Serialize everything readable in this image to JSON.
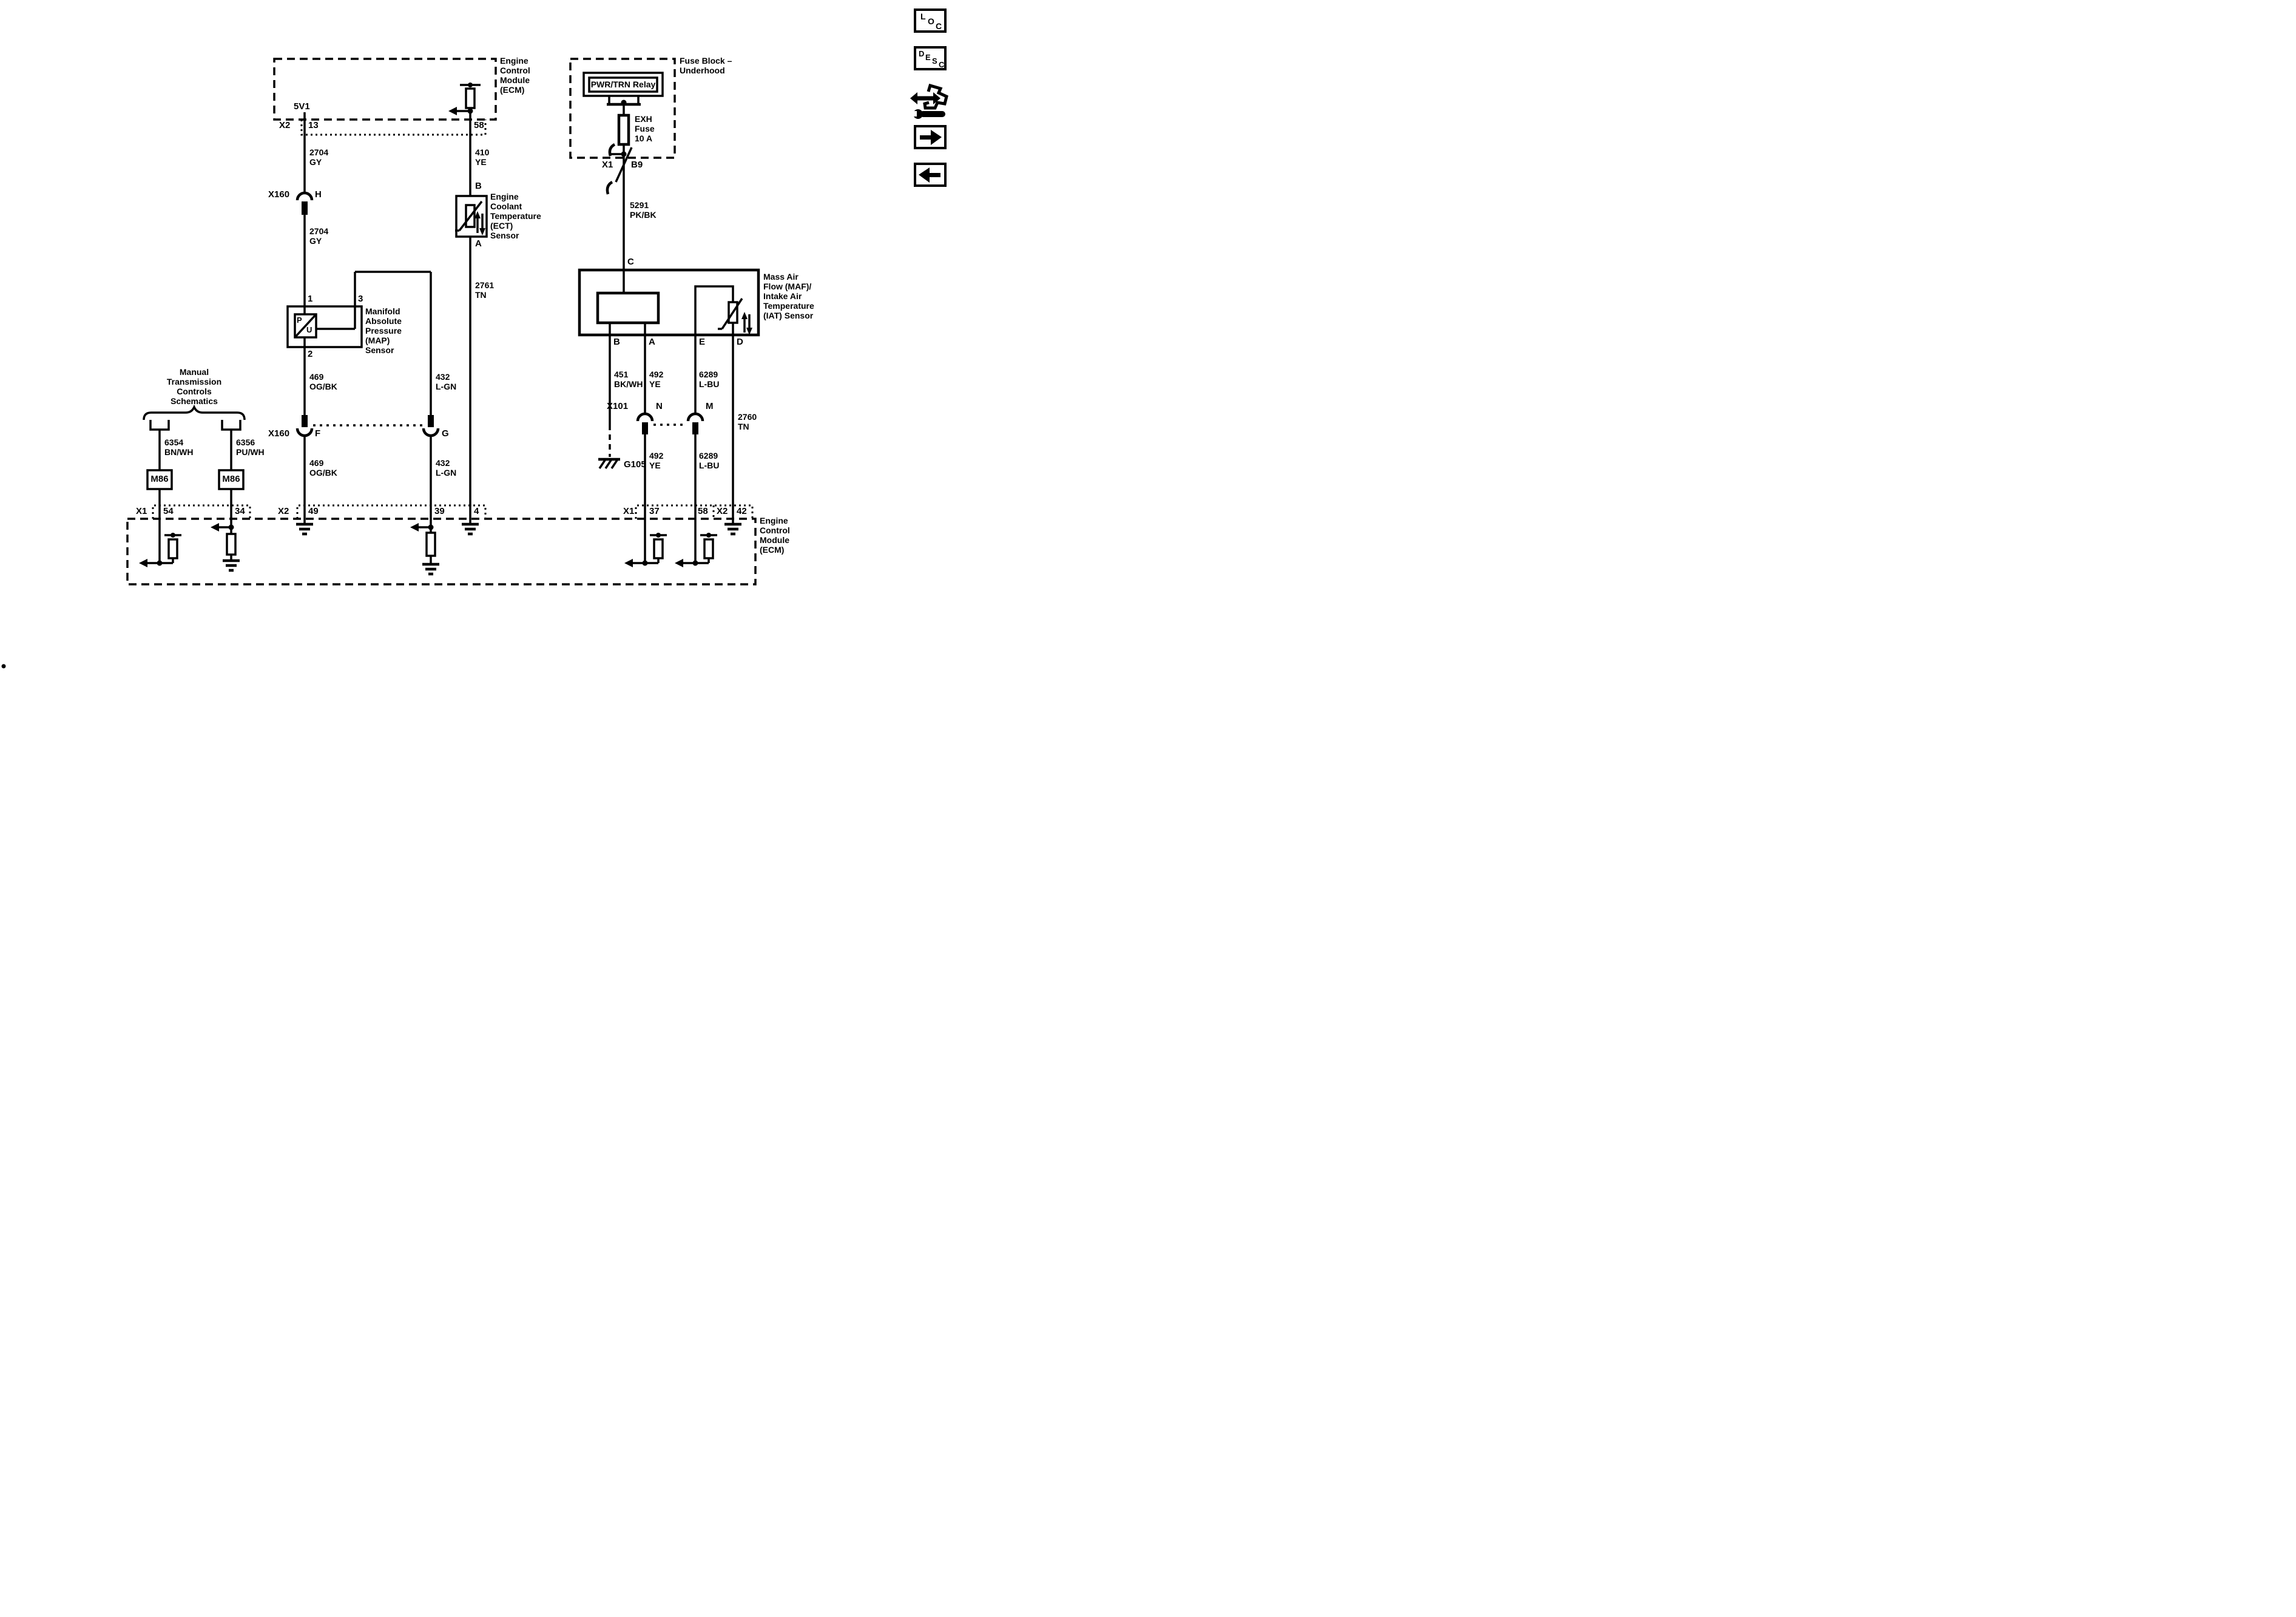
{
  "sidebar": {
    "loc": [
      "L",
      "O",
      "C"
    ],
    "desc": [
      "D",
      "E",
      "S",
      "C"
    ]
  },
  "ecm_top": {
    "label": "Engine\nControl\nModule\n(ECM)",
    "ref_5v1": "5V1",
    "conn": "X2",
    "pin13": "13",
    "pin58": "58"
  },
  "wires": {
    "w2704": "2704\nGY",
    "w410": "410\nYE",
    "w2761": "2761\nTN",
    "w469": "469\nOG/BK",
    "w432": "432\nL-GN",
    "w6354": "6354\nBN/WH",
    "w6356": "6356\nPU/WH",
    "w5291": "5291\nPK/BK",
    "w451": "451\nBK/WH",
    "w492": "492\nYE",
    "w6289": "6289\nL-BU",
    "w2760": "2760\nTN"
  },
  "x160": {
    "name": "X160",
    "pin_h": "H",
    "pin_f": "F",
    "pin_g": "G"
  },
  "x101": {
    "name": "X101",
    "pin_n": "N",
    "pin_m": "M"
  },
  "ect": {
    "label": "Engine\nCoolant\nTemperature\n(ECT)\nSensor",
    "pin_b": "B",
    "pin_a": "A"
  },
  "map": {
    "label": "Manifold\nAbsolute\nPressure\n(MAP)\nSensor",
    "pin1": "1",
    "pin2": "2",
    "pin3": "3",
    "sym_p": "P",
    "sym_u": "U"
  },
  "manual_trans": {
    "title": "Manual\nTransmission\nControls\nSchematics",
    "m86": "M86",
    "conn": "X1",
    "pin54": "54",
    "pin34": "34"
  },
  "ecm_mid_row": {
    "conn": "X2",
    "pin49": "49",
    "pin39": "39",
    "pin4": "4"
  },
  "fuse_block": {
    "label": "Fuse Block –\nUnderhood",
    "relay": "PWR/TRN Relay",
    "fuse": "EXH\nFuse\n10 A",
    "conn": "X1",
    "pin_b9": "B9"
  },
  "maf": {
    "label": "Mass Air\nFlow (MAF)/\nIntake Air\nTemperature\n(IAT) Sensor",
    "pin_b": "B",
    "pin_a": "A",
    "pin_e": "E",
    "pin_d": "D"
  },
  "grounds": {
    "g105": "G105"
  },
  "ecm_bottom": {
    "label": "Engine\nControl\nModule\n(ECM)",
    "conn_x1": "X1",
    "pin37": "37",
    "pin58": "58",
    "conn_x2": "X2",
    "pin42": "42"
  }
}
